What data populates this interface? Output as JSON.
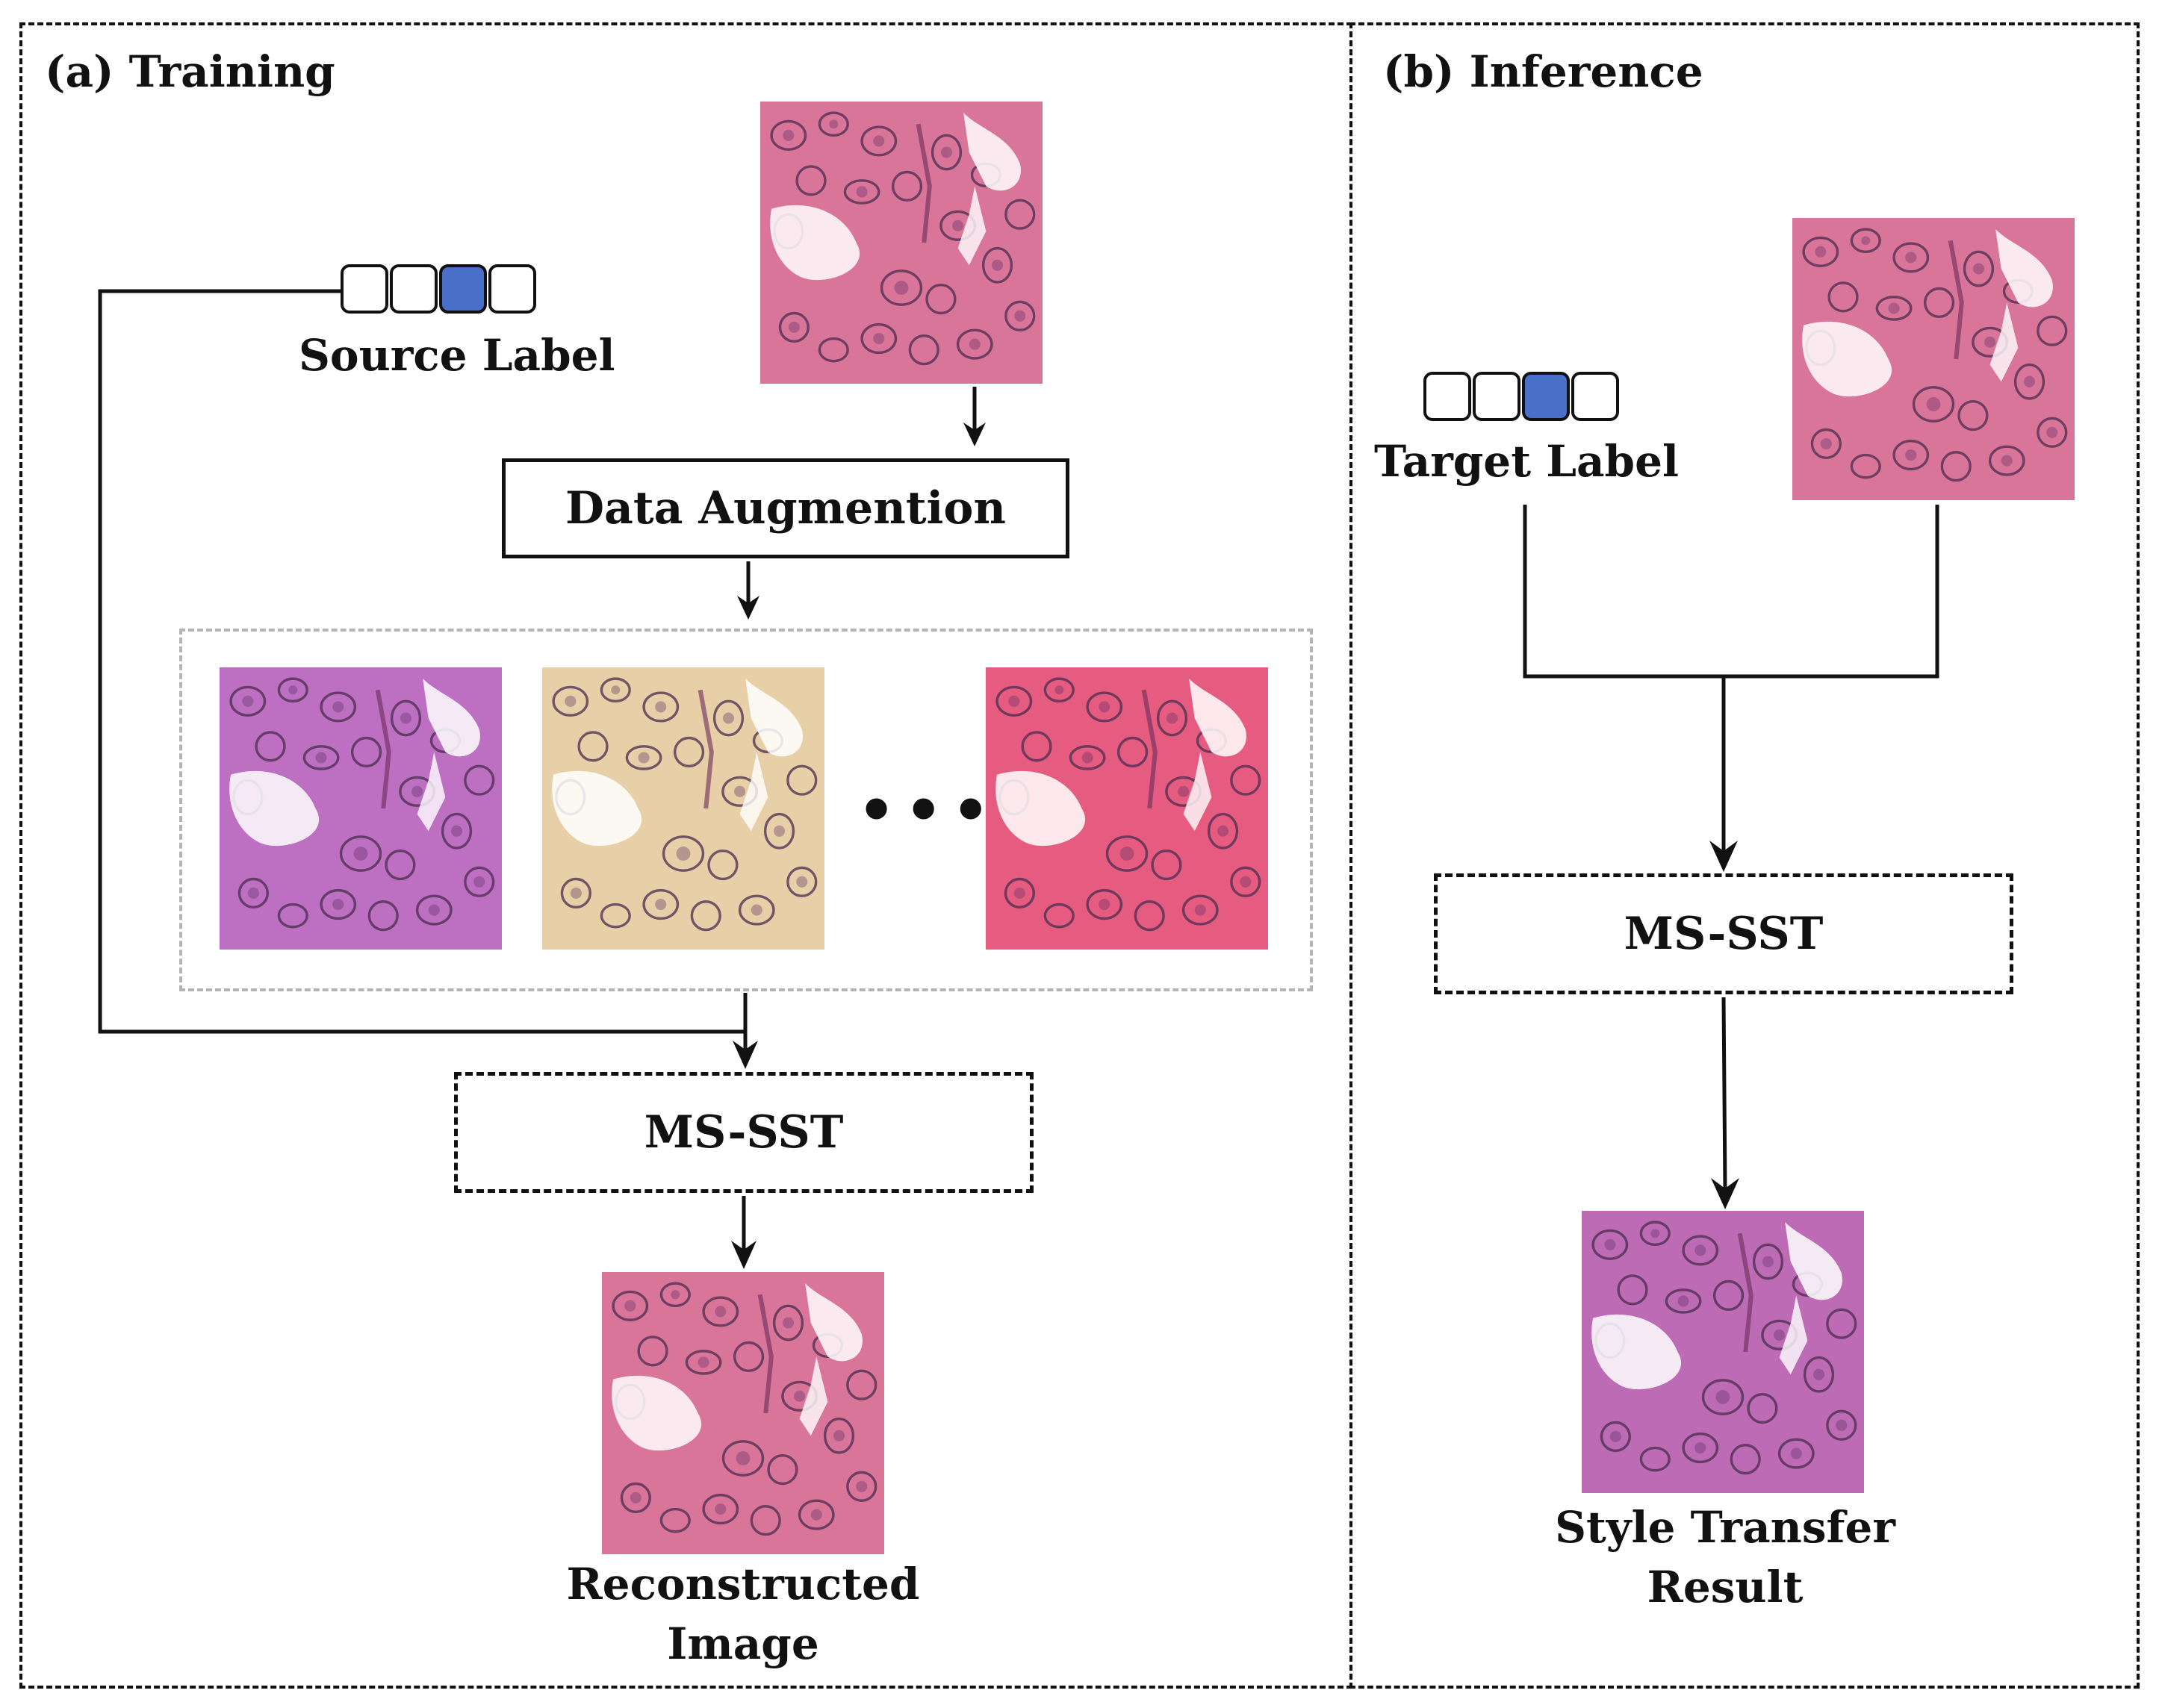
{
  "panels": {
    "training": {
      "title": "(a) Training"
    },
    "inference": {
      "title": "(b) Inference"
    }
  },
  "training": {
    "source_label": "Source Label",
    "data_augmentation": "Data Augmention",
    "model": "MS-SST",
    "ellipsis": "•••",
    "reconstructed_line1": "Reconstructed",
    "reconstructed_line2": "Image",
    "one_hot_active_index": 2
  },
  "inference": {
    "target_label": "Target Label",
    "model": "MS-SST",
    "result_line1": "Style Transfer",
    "result_line2": "Result",
    "one_hot_active_index": 2
  },
  "colors": {
    "one_hot_active": "#4a6fc9",
    "tile_original": "#d4678f",
    "tile_aug_purple": "#b462b8",
    "tile_aug_yellow": "#e1c79a",
    "tile_aug_red": "#e04b72",
    "tile_result": "#b45cab"
  }
}
